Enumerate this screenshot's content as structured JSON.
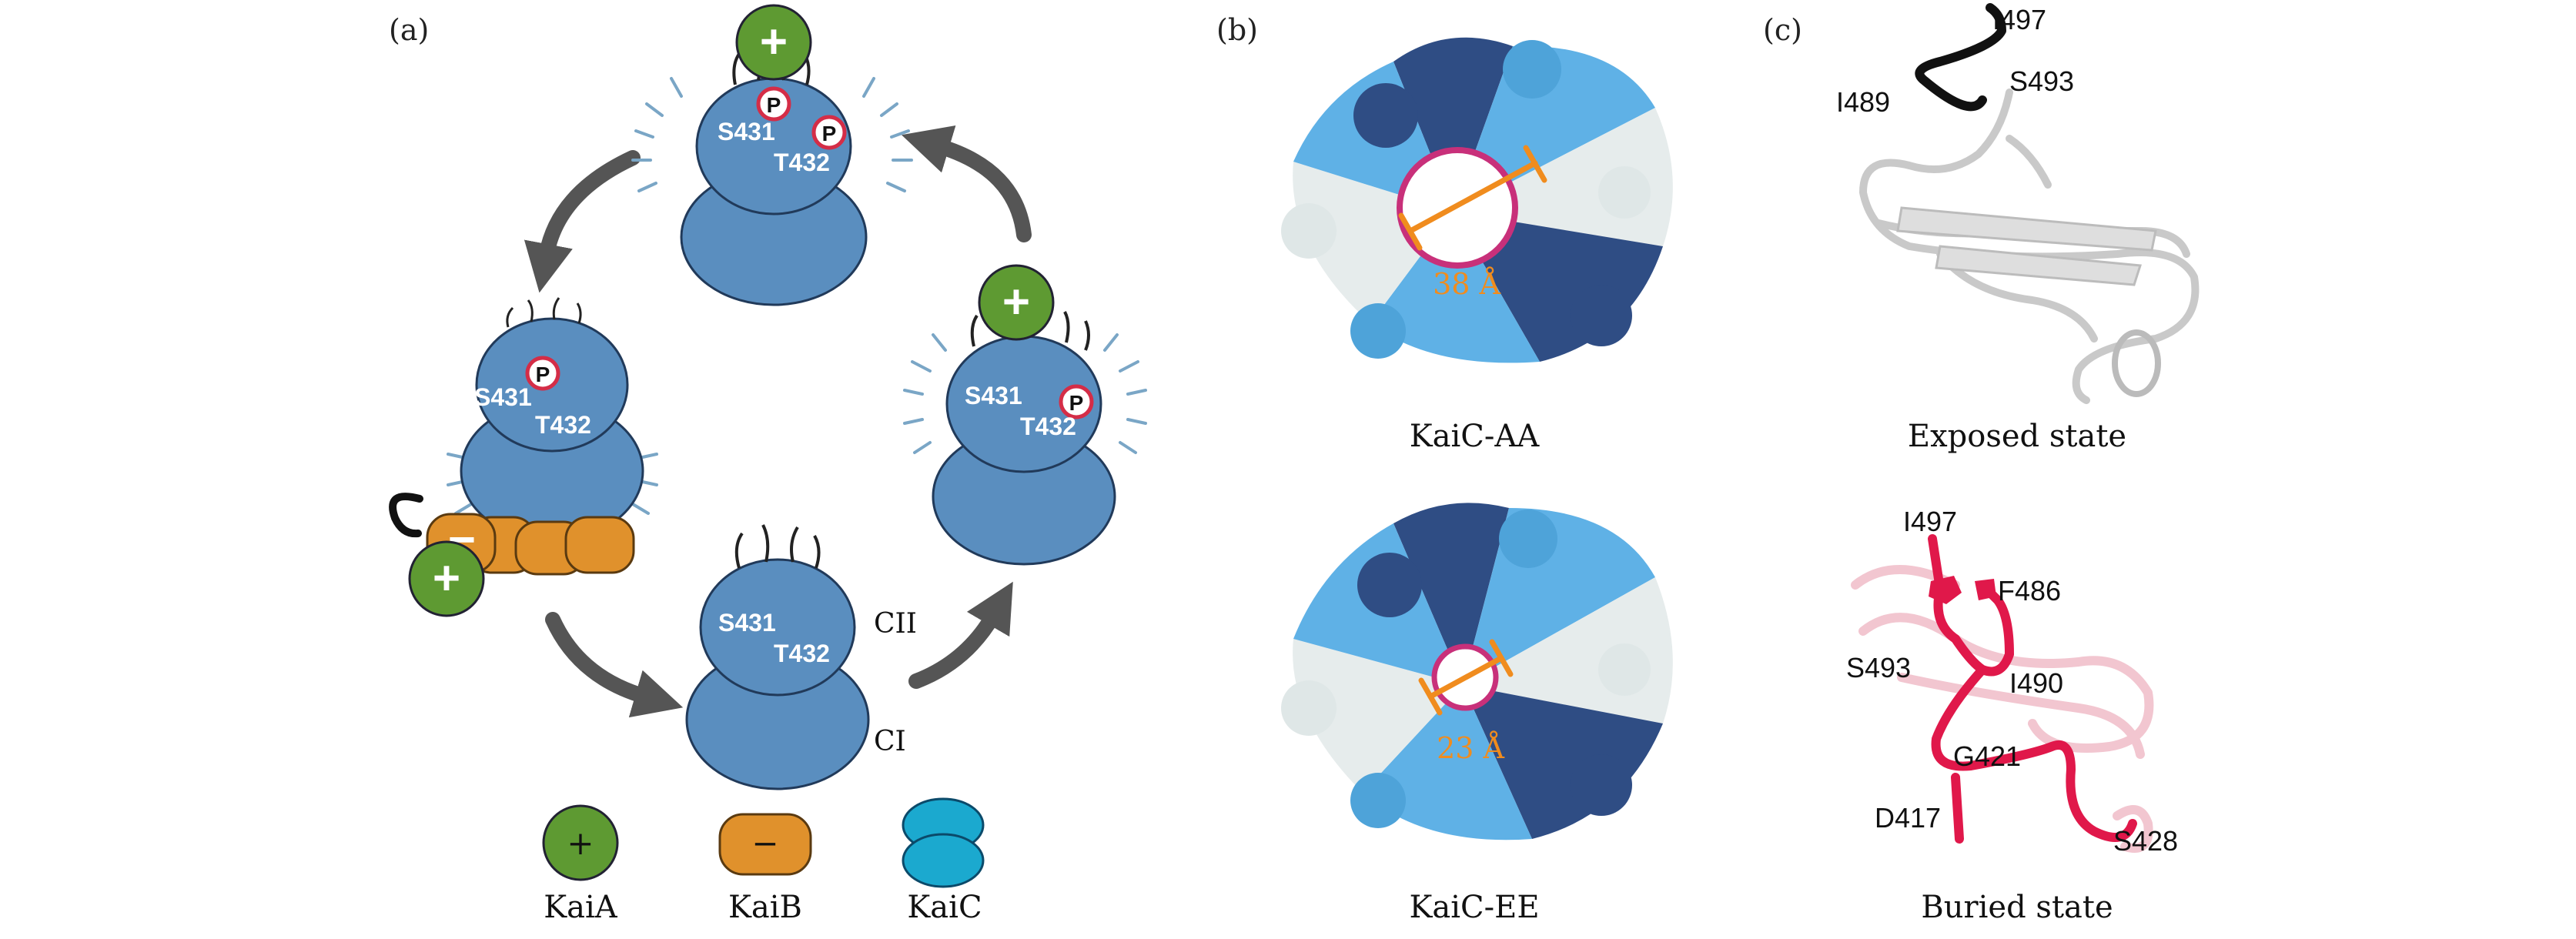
{
  "panels": {
    "a": {
      "tag": "(a)"
    },
    "b": {
      "tag": "(b)"
    },
    "c": {
      "tag": "(c)"
    }
  },
  "cycle": {
    "top": {
      "site1": "S431",
      "site2": "T432",
      "phospho": "P",
      "kaia": "+"
    },
    "right": {
      "site1": "S431",
      "site2": "T432",
      "phospho": "P",
      "kaia": "+"
    },
    "left": {
      "site1": "S431",
      "site2": "T432",
      "phospho": "P",
      "kaia": "+",
      "kaib": "−"
    },
    "bottom": {
      "site1": "S431",
      "site2": "T432",
      "domain_cii": "CII",
      "domain_ci": "CI"
    }
  },
  "legend": [
    {
      "label": "KaiA",
      "symbol": "+"
    },
    {
      "label": "KaiB",
      "symbol": "−"
    },
    {
      "label": "KaiC",
      "symbol": ""
    }
  ],
  "rings": [
    {
      "label": "KaiC-AA",
      "diameter": "38 Å"
    },
    {
      "label": "KaiC-EE",
      "diameter": "23 Å"
    }
  ],
  "structures": [
    {
      "label": "Exposed state",
      "residues": [
        "I497",
        "S493",
        "I489"
      ]
    },
    {
      "label": "Buried state",
      "residues": [
        "I497",
        "F486",
        "S493",
        "I490",
        "G421",
        "D417",
        "S428"
      ]
    }
  ],
  "colors": {
    "kaic_blue": "#5a8ebf",
    "kaia_green": "#5e9a32",
    "kaib_orange": "#e0912c",
    "legend_kaic": "#1ba9cf",
    "phospho_red": "#d42d47",
    "ring_magenta": "#c8307a",
    "measure_orange": "#f08c1e",
    "arrow_gray": "#555555",
    "buried_red": "#e0184a",
    "navy": "#2f4d84",
    "sky": "#5fb1e6"
  }
}
